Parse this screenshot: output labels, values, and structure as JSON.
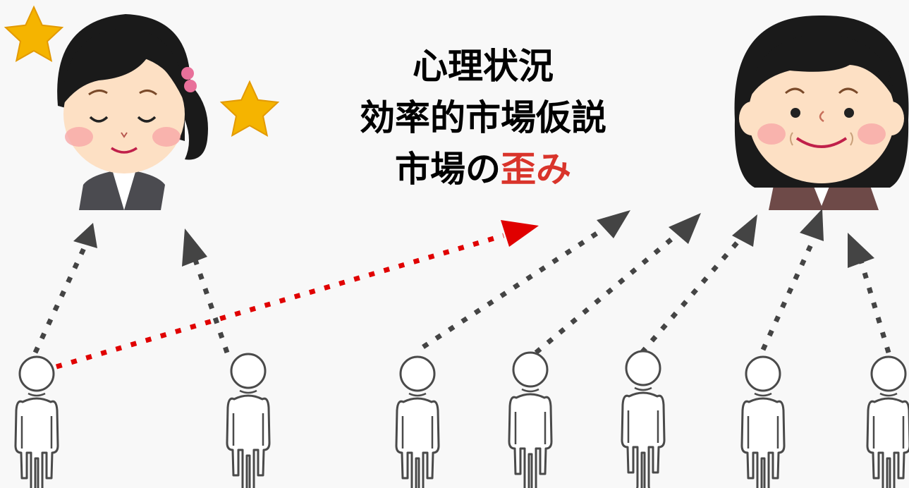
{
  "title": {
    "line1": "心理状況",
    "line2": "効率的市場仮説",
    "line3_prefix": "市場の",
    "line3_highlight": "歪み"
  },
  "colors": {
    "background": "#f8f8f8",
    "arrow_gray": "#444444",
    "arrow_red": "#e00000",
    "highlight_text": "#d9342b",
    "star": "#f5b400"
  },
  "figures": {
    "left_woman": "woman-with-stars-illustration",
    "right_woman": "smiling-woman-illustration",
    "people_count": 7
  }
}
